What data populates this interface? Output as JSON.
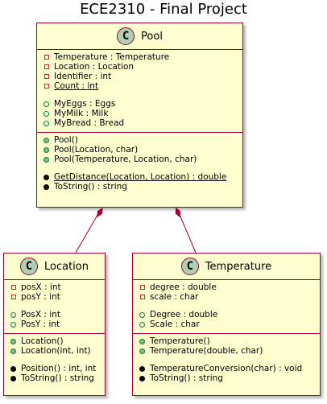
{
  "diagram_title": "ECE2310 - Final Project",
  "classes": {
    "pool": {
      "badge": "C",
      "name": "Pool",
      "fields": [
        {
          "vis": "private",
          "text": "Temperature : Temperature"
        },
        {
          "vis": "private",
          "text": "Location : Location"
        },
        {
          "vis": "private",
          "text": "Identifier : int"
        },
        {
          "vis": "private",
          "text": "Count : int",
          "static": true
        },
        {
          "spacer": true
        },
        {
          "vis": "public",
          "text": "MyEggs : Eggs"
        },
        {
          "vis": "public",
          "text": "MyMilk : Milk"
        },
        {
          "vis": "public",
          "text": "MyBread : Bread"
        }
      ],
      "methods": [
        {
          "vis": "public-filled",
          "text": "Pool()"
        },
        {
          "vis": "public-filled",
          "text": "Pool(Location, char)"
        },
        {
          "vis": "public-filled",
          "text": "Pool(Temperature, Location, char)"
        },
        {
          "spacer": true
        },
        {
          "vis": "abstract",
          "text": "GetDistance(Location, Location) : double",
          "static": true
        },
        {
          "vis": "abstract",
          "text": "ToString() : string"
        }
      ]
    },
    "location": {
      "badge": "C",
      "name": "Location",
      "fields": [
        {
          "vis": "private",
          "text": "posX : int"
        },
        {
          "vis": "private",
          "text": "posY : int"
        },
        {
          "spacer": true
        },
        {
          "vis": "public",
          "text": "PosX : int"
        },
        {
          "vis": "public",
          "text": "PosY : int"
        }
      ],
      "methods": [
        {
          "vis": "public-filled",
          "text": "Location()"
        },
        {
          "vis": "public-filled",
          "text": "Location(int, int)"
        },
        {
          "spacer": true
        },
        {
          "vis": "abstract",
          "text": "Position() : int, int"
        },
        {
          "vis": "abstract",
          "text": "ToString() : string"
        }
      ]
    },
    "temperature": {
      "badge": "C",
      "name": "Temperature",
      "fields": [
        {
          "vis": "private",
          "text": "degree : double"
        },
        {
          "vis": "private",
          "text": "scale : char"
        },
        {
          "spacer": true
        },
        {
          "vis": "public",
          "text": "Degree : double"
        },
        {
          "vis": "public",
          "text": "Scale : char"
        }
      ],
      "methods": [
        {
          "vis": "public-filled",
          "text": "Temperature()"
        },
        {
          "vis": "public-filled",
          "text": "Temperature(double, char)"
        },
        {
          "spacer": true
        },
        {
          "vis": "abstract",
          "text": "TemperatureConversion(char) : void"
        },
        {
          "vis": "abstract",
          "text": "ToString() : string"
        }
      ]
    }
  },
  "relations": [
    {
      "from": "pool",
      "to": "location",
      "kind": "composition"
    },
    {
      "from": "pool",
      "to": "temperature",
      "kind": "composition"
    }
  ],
  "colors": {
    "class_fill": "#FEFECE",
    "class_border": "#A80036",
    "badge_fill": "#ADD1B2",
    "private_marker": "#C82930",
    "public_marker": "#038048",
    "public_marker_fill": "#84BE84"
  }
}
